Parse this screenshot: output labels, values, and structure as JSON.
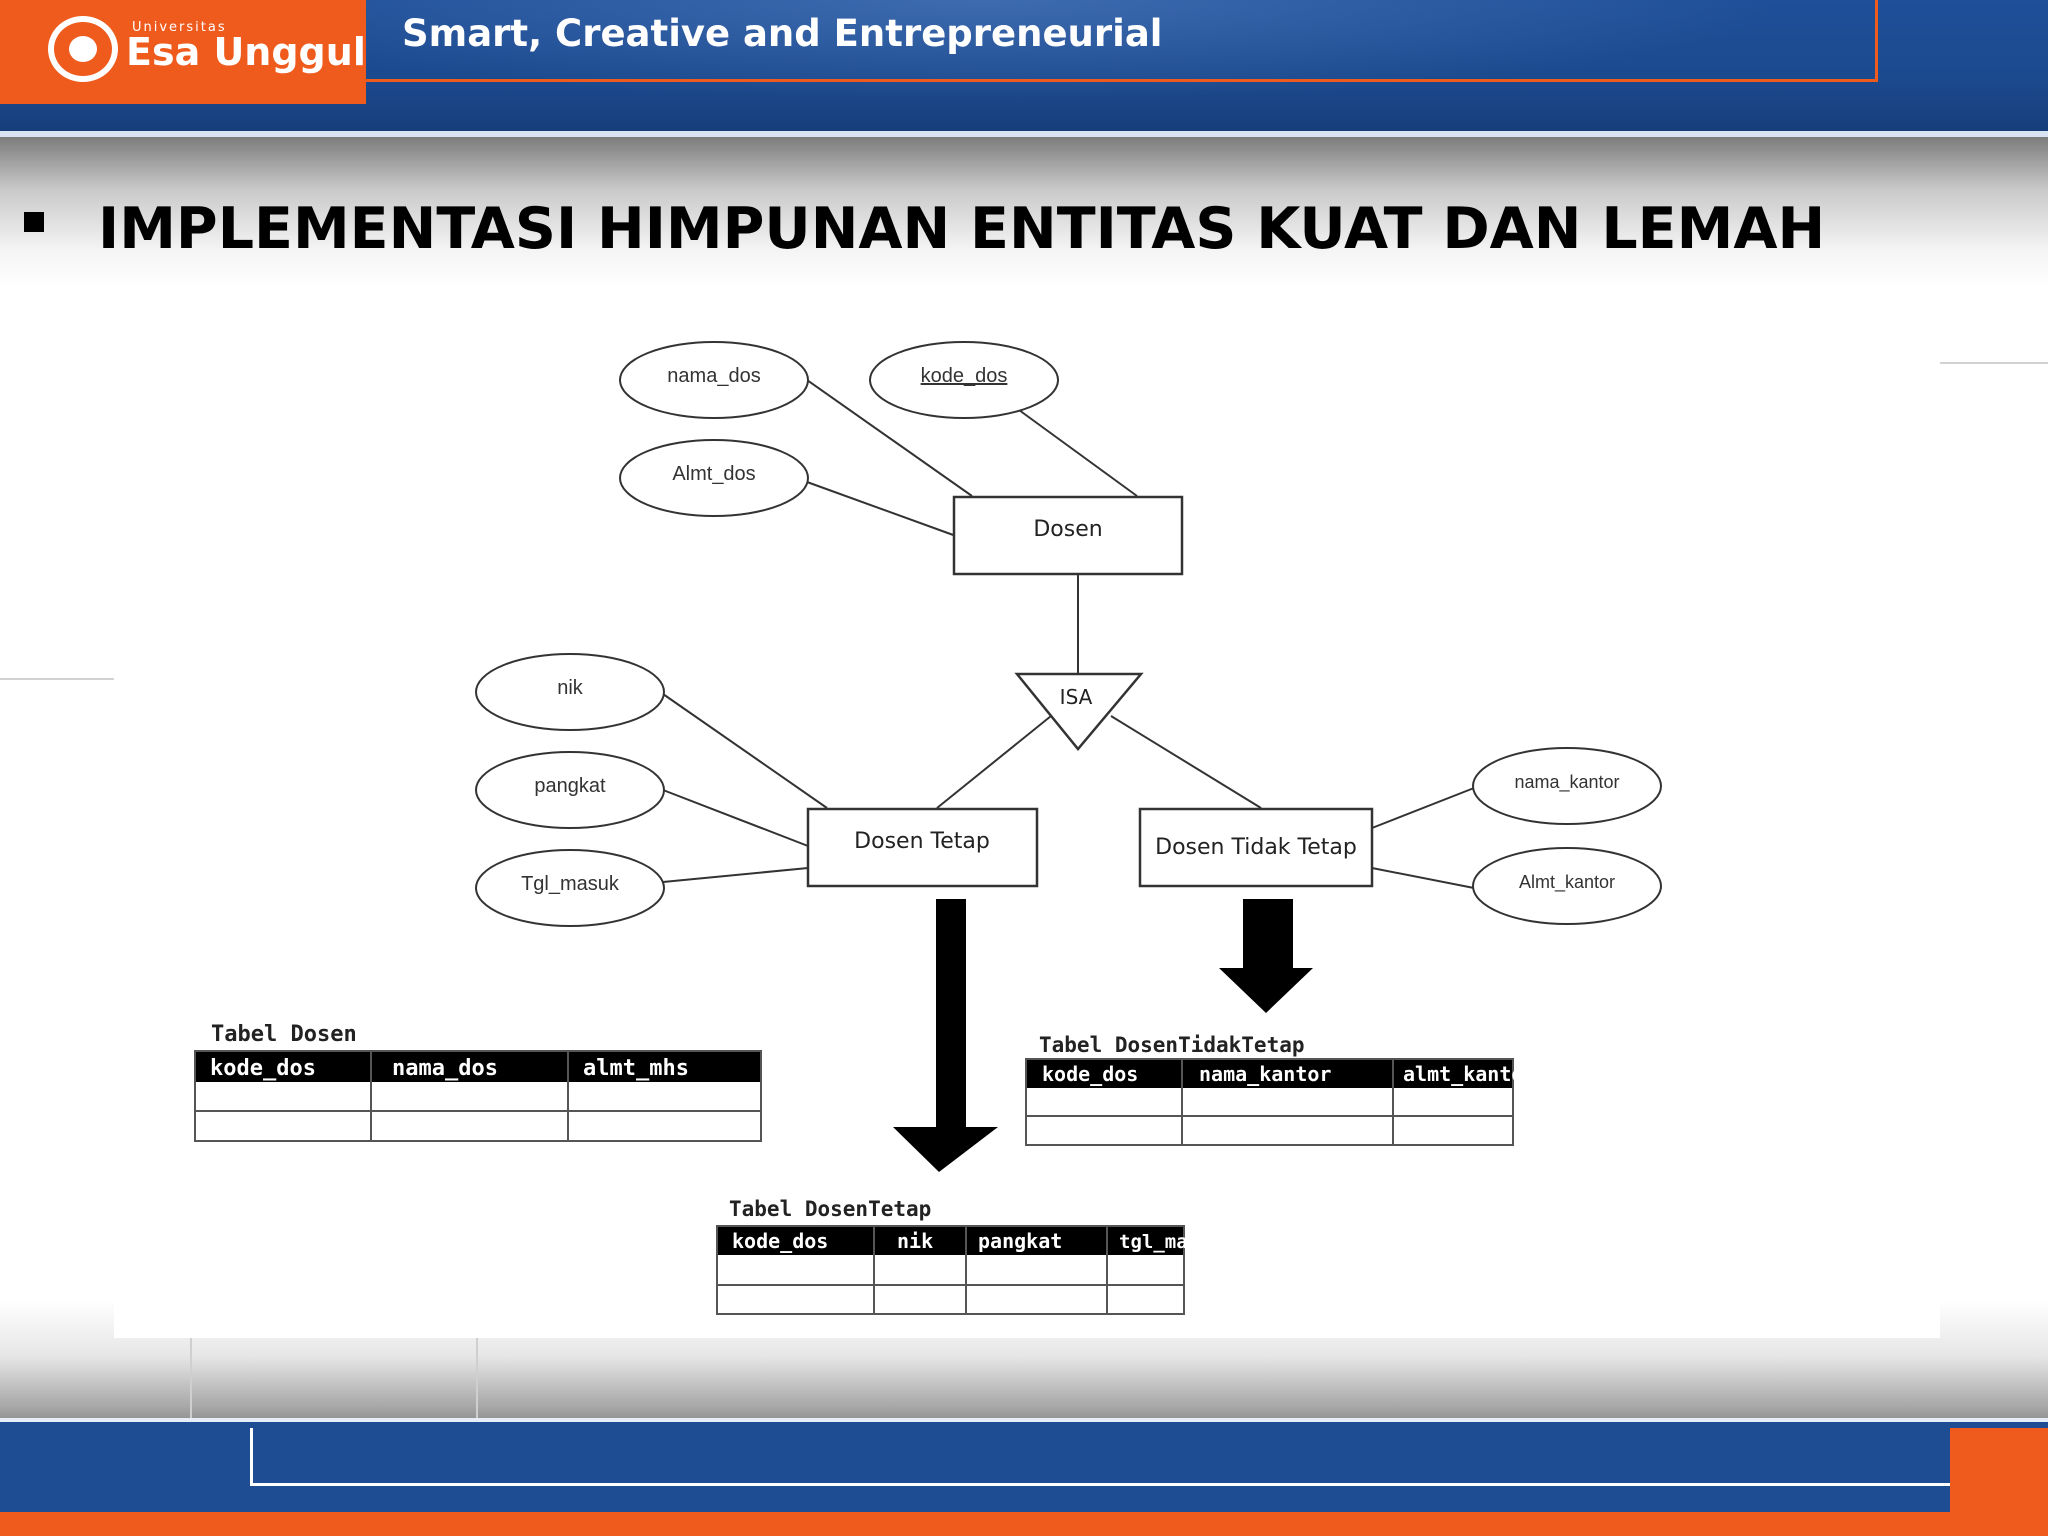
{
  "header": {
    "logo_small": "Universitas",
    "logo_name": "Esa Unggul",
    "tagline": "Smart, Creative and Entrepreneurial"
  },
  "slide": {
    "title": "IMPLEMENTASI HIMPUNAN ENTITAS KUAT DAN LEMAH"
  },
  "diagram": {
    "entities": {
      "dosen": "Dosen",
      "dosen_tetap": "Dosen Tetap",
      "dosen_tidak_tetap": "Dosen Tidak Tetap"
    },
    "isa": "ISA",
    "attributes": {
      "nama_dos": "nama_dos",
      "kode_dos": "kode_dos",
      "almt_dos": "Almt_dos",
      "nik": "nik",
      "pangkat": "pangkat",
      "tgl_masuk": "Tgl_masuk",
      "nama_kantor": "nama_kantor",
      "almt_kantor": "Almt_kantor"
    },
    "tables": {
      "dosen": {
        "title": "Tabel Dosen",
        "columns": [
          "kode_dos",
          "nama_dos",
          "almt_mhs"
        ]
      },
      "dosen_tidak_tetap": {
        "title": "Tabel DosenTidakTetap",
        "columns": [
          "kode_dos",
          "nama_kantor",
          "almt_kantor"
        ]
      },
      "dosen_tetap": {
        "title": "Tabel DosenTetap",
        "columns": [
          "kode_dos",
          "nik",
          "pangkat",
          "tgl_masuk"
        ]
      }
    }
  }
}
